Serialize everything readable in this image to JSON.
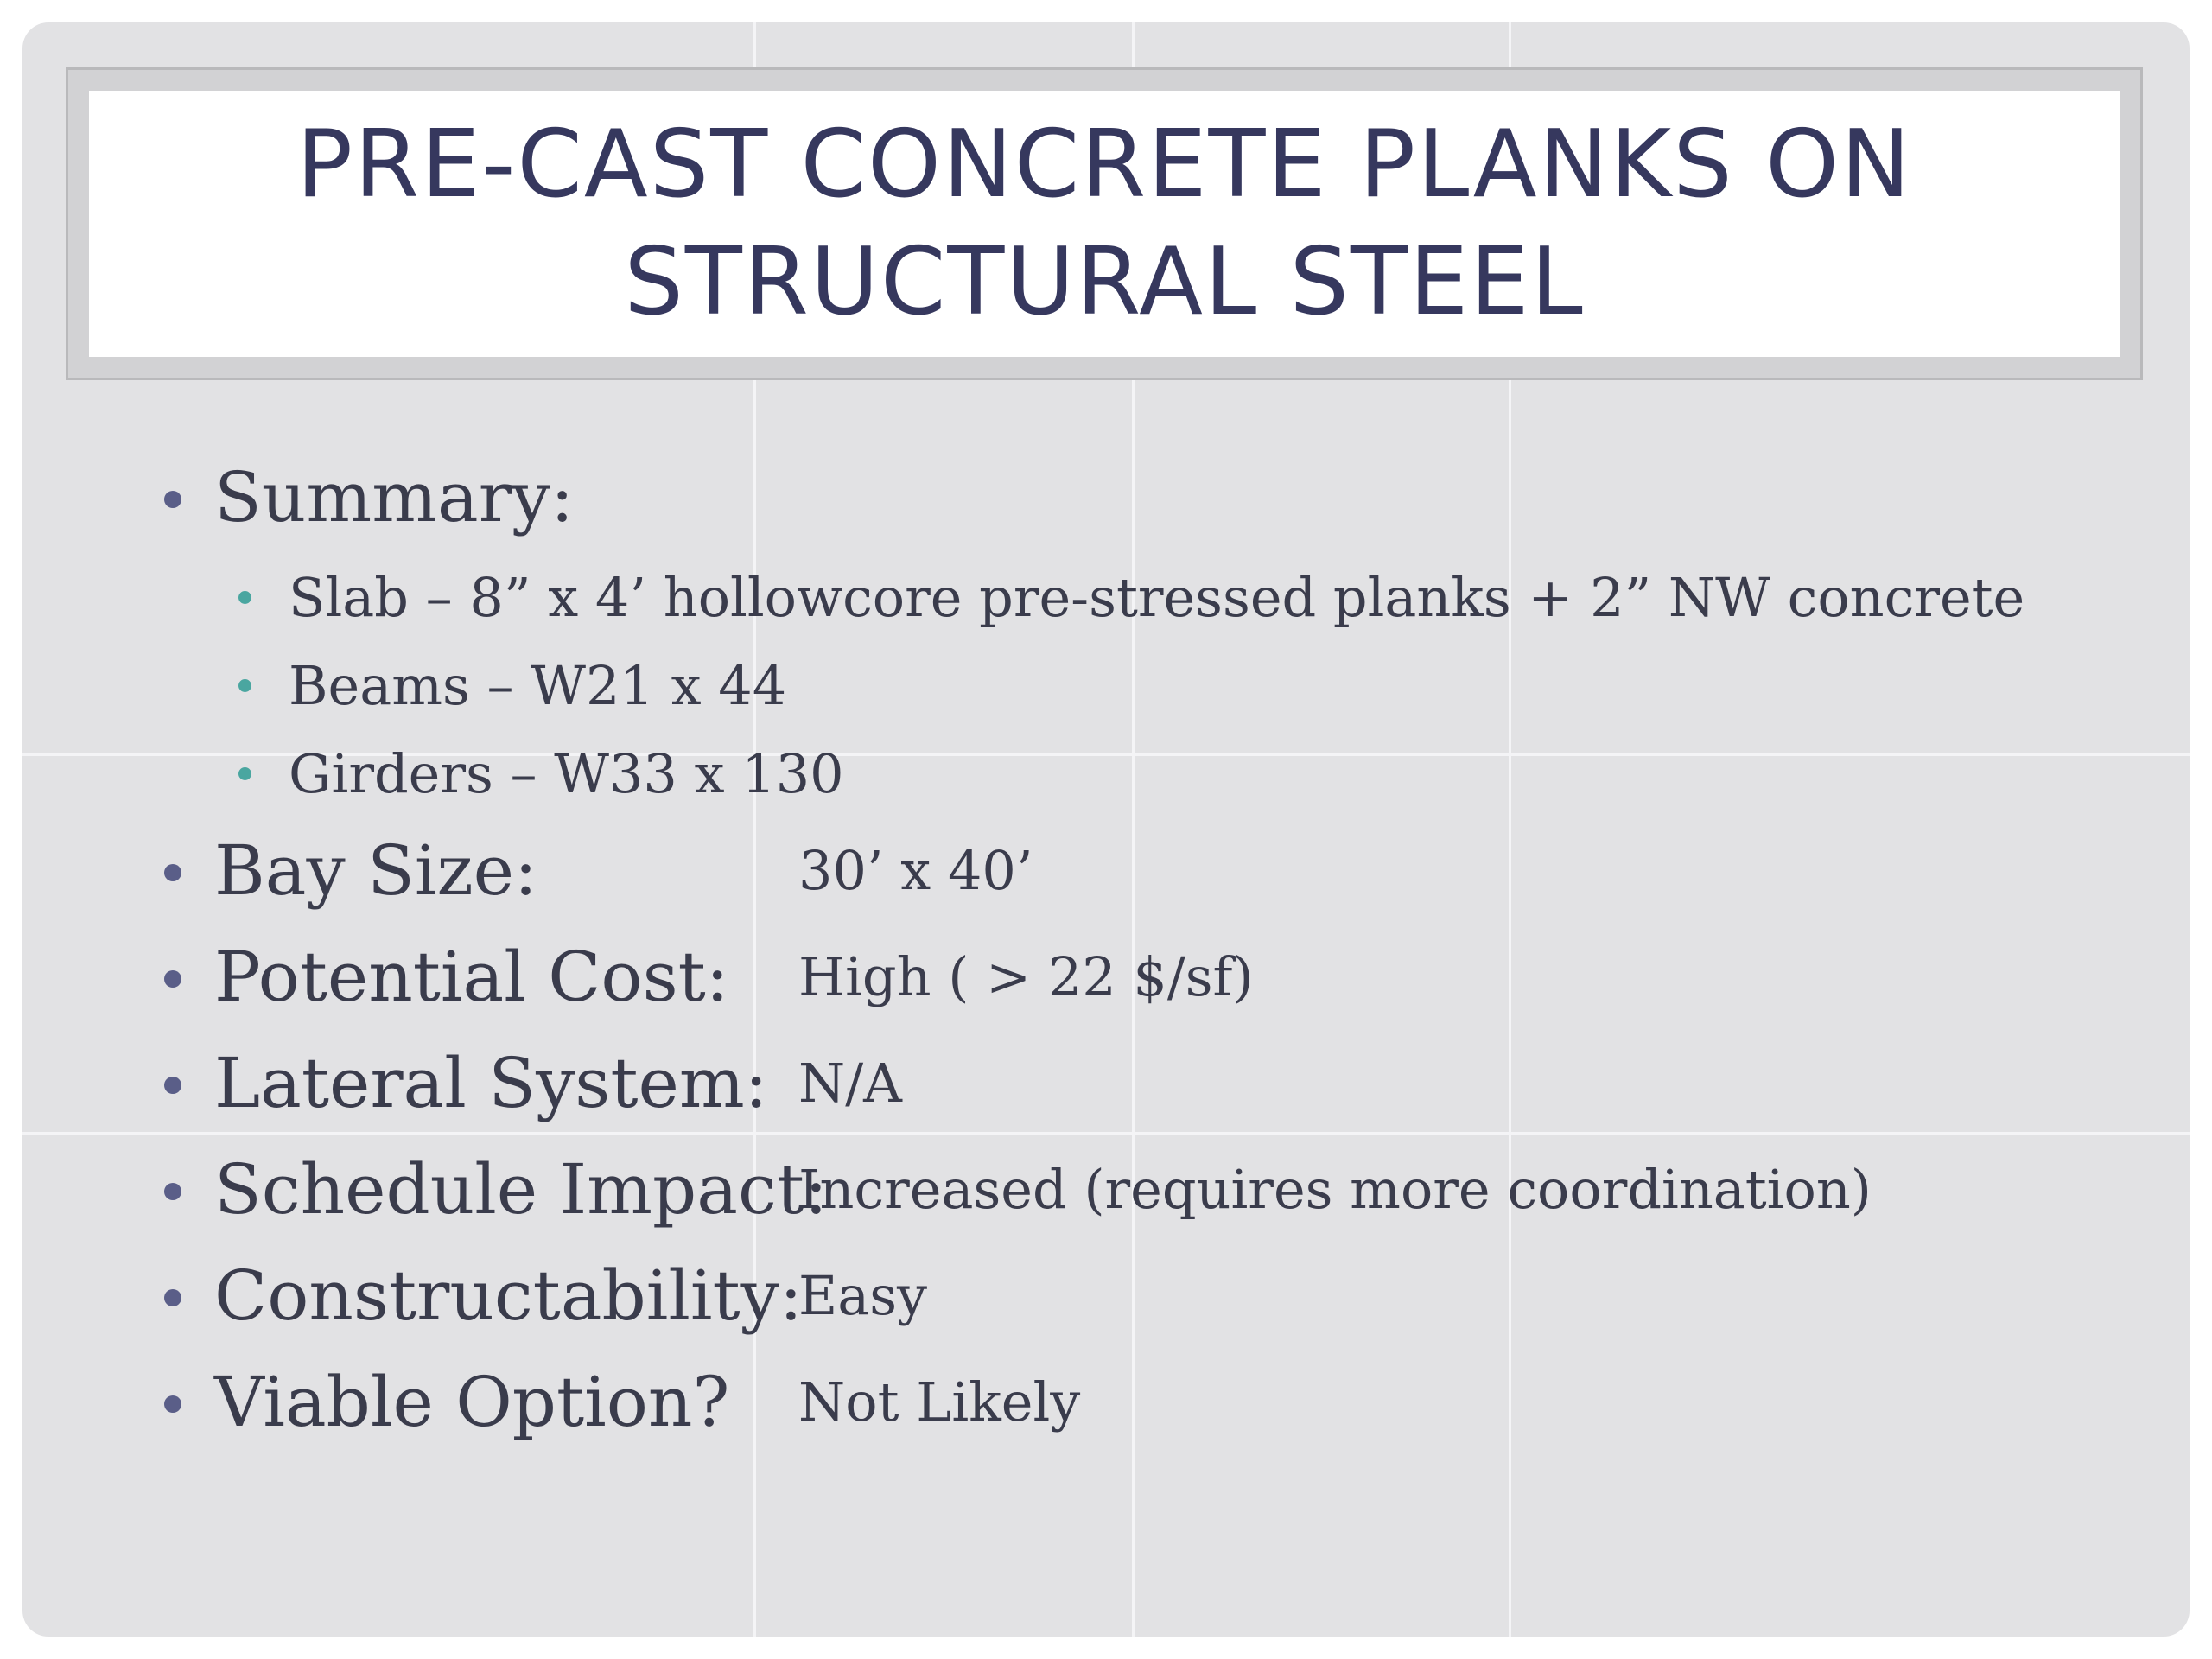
{
  "slide": {
    "title_lines": [
      "PRE-CAST CONCRETE PLANKS ON",
      "STRUCTURAL STEEL"
    ],
    "summary": {
      "label": "Summary:",
      "items": [
        "Slab – 8” x 4’ hollowcore pre-stressed planks + 2” NW concrete",
        "Beams – W21 x 44",
        "Girders – W33 x 130"
      ]
    },
    "rows": [
      {
        "label": "Bay Size:",
        "value": "30’ x 40’"
      },
      {
        "label": "Potential Cost:",
        "value": "High ( > 22 $/sf)"
      },
      {
        "label": "Lateral System:",
        "value": "N/A"
      },
      {
        "label": "Schedule Impact:",
        "value": "Increased (requires more coordination)"
      },
      {
        "label": "Constructability:",
        "value": "Easy"
      },
      {
        "label": "Viable Option?",
        "value": "Not Likely"
      }
    ]
  }
}
